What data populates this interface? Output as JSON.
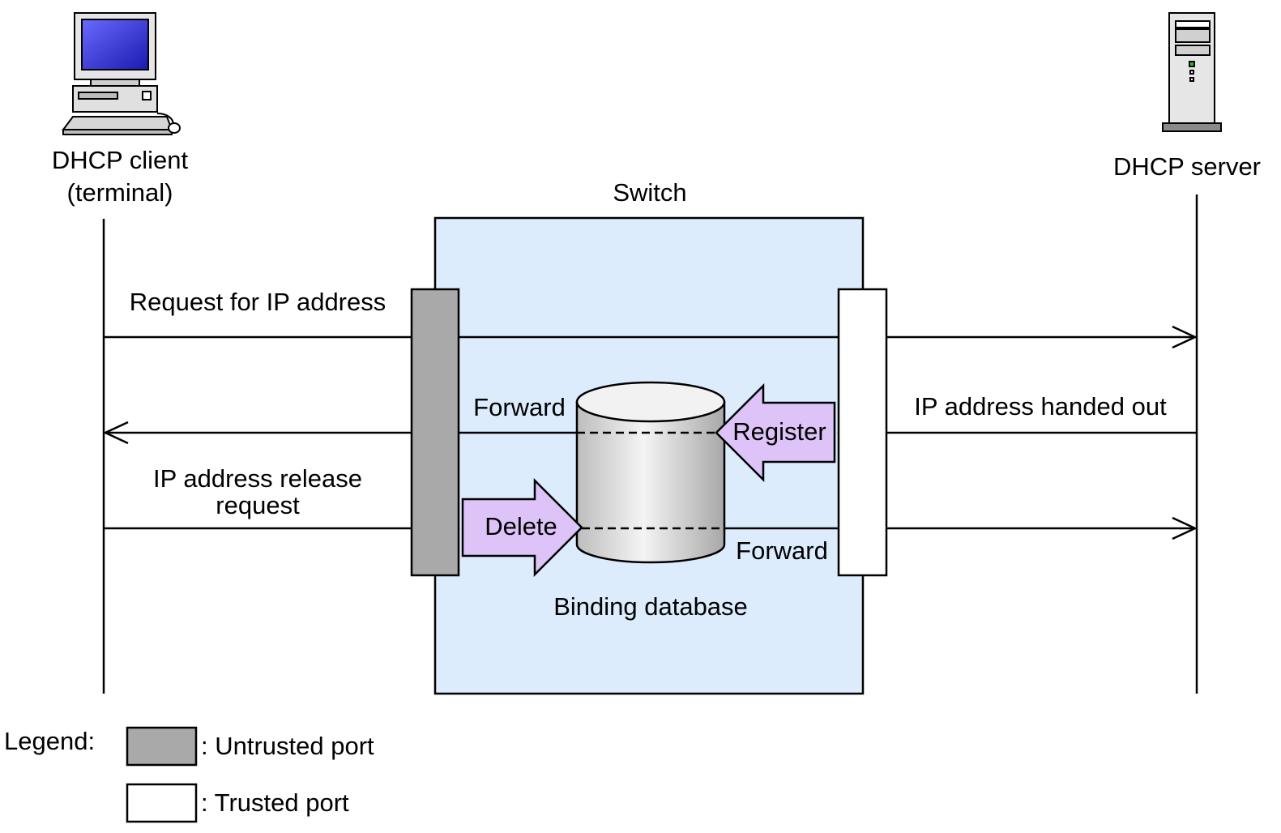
{
  "labels": {
    "client_line1": "DHCP client",
    "client_line2": "(terminal)",
    "server": "DHCP server",
    "switch": "Switch",
    "request": "Request for IP address",
    "forward_left": "Forward",
    "handed_out": "IP address handed out",
    "release_line1": "IP address release",
    "release_line2": "request",
    "forward_right": "Forward",
    "binding_db": "Binding database",
    "register": "Register",
    "delete": "Delete"
  },
  "legend": {
    "title": "Legend:",
    "untrusted": ": Untrusted port",
    "trusted": ": Trusted port"
  },
  "colors": {
    "switch_fill": "#dcecfc",
    "untrusted_fill": "#a9a9a9",
    "trusted_fill": "#ffffff",
    "action_arrow_fill": "#ddc3f7",
    "line": "#000000"
  },
  "icons": {
    "client": "desktop-computer-icon",
    "server": "tower-server-icon",
    "database": "database-cylinder-icon"
  }
}
